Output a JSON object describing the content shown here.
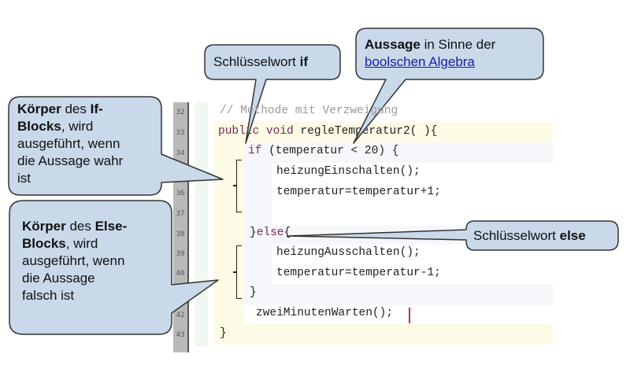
{
  "editor": {
    "lines": [
      {
        "num": "32",
        "code": "// Methode mit Verzweigung"
      },
      {
        "num": "33",
        "code_kw": "public void",
        "code_rest": " regleTemperatur2( ){"
      },
      {
        "num": "34",
        "code_kw": "if",
        "code_rest": " (temperatur < 20) {"
      },
      {
        "num": "",
        "code": "heizungEinschalten();"
      },
      {
        "num": "36",
        "code": "temperatur=temperatur+1;"
      },
      {
        "num": "37",
        "code": ""
      },
      {
        "num": "38",
        "code_pre": "}",
        "code_kw": "else",
        "code_rest": "{"
      },
      {
        "num": "39",
        "code": "heizungAusschalten();"
      },
      {
        "num": "40",
        "code": "temperatur=temperatur-1;"
      },
      {
        "num": "",
        "code": "}"
      },
      {
        "num": "42",
        "code": "zweiMinutenWarten();"
      },
      {
        "num": "43",
        "code": "}"
      }
    ]
  },
  "callouts": {
    "keyword_if": {
      "text": "Schlüsselwort ",
      "bold": "if"
    },
    "statement": {
      "bold": "Aussage",
      "text": " in Sinne der",
      "link": "boolschen Algebra"
    },
    "if_body": {
      "bold1": "Körper",
      "t1": " des ",
      "bold2": "If-",
      "bold3": "Blocks",
      "t2": ", wird",
      "t3": "ausgeführt, wenn",
      "t4": "die Aussage wahr",
      "t5": "ist"
    },
    "else_body": {
      "bold1": "Körper",
      "t1": " des ",
      "bold2": "Else-",
      "bold3": "Blocks",
      "t2": ", wird",
      "t3": "ausgeführt, wenn",
      "t4": "die Aussage",
      "t5": "falsch ist"
    },
    "keyword_else": {
      "text": "Schlüsselwort ",
      "bold": "else"
    }
  },
  "colors": {
    "callout_fill": "#c9d9ea",
    "callout_stroke": "#333333",
    "link": "#1a1aa8",
    "keyword": "#7a2a5a"
  }
}
